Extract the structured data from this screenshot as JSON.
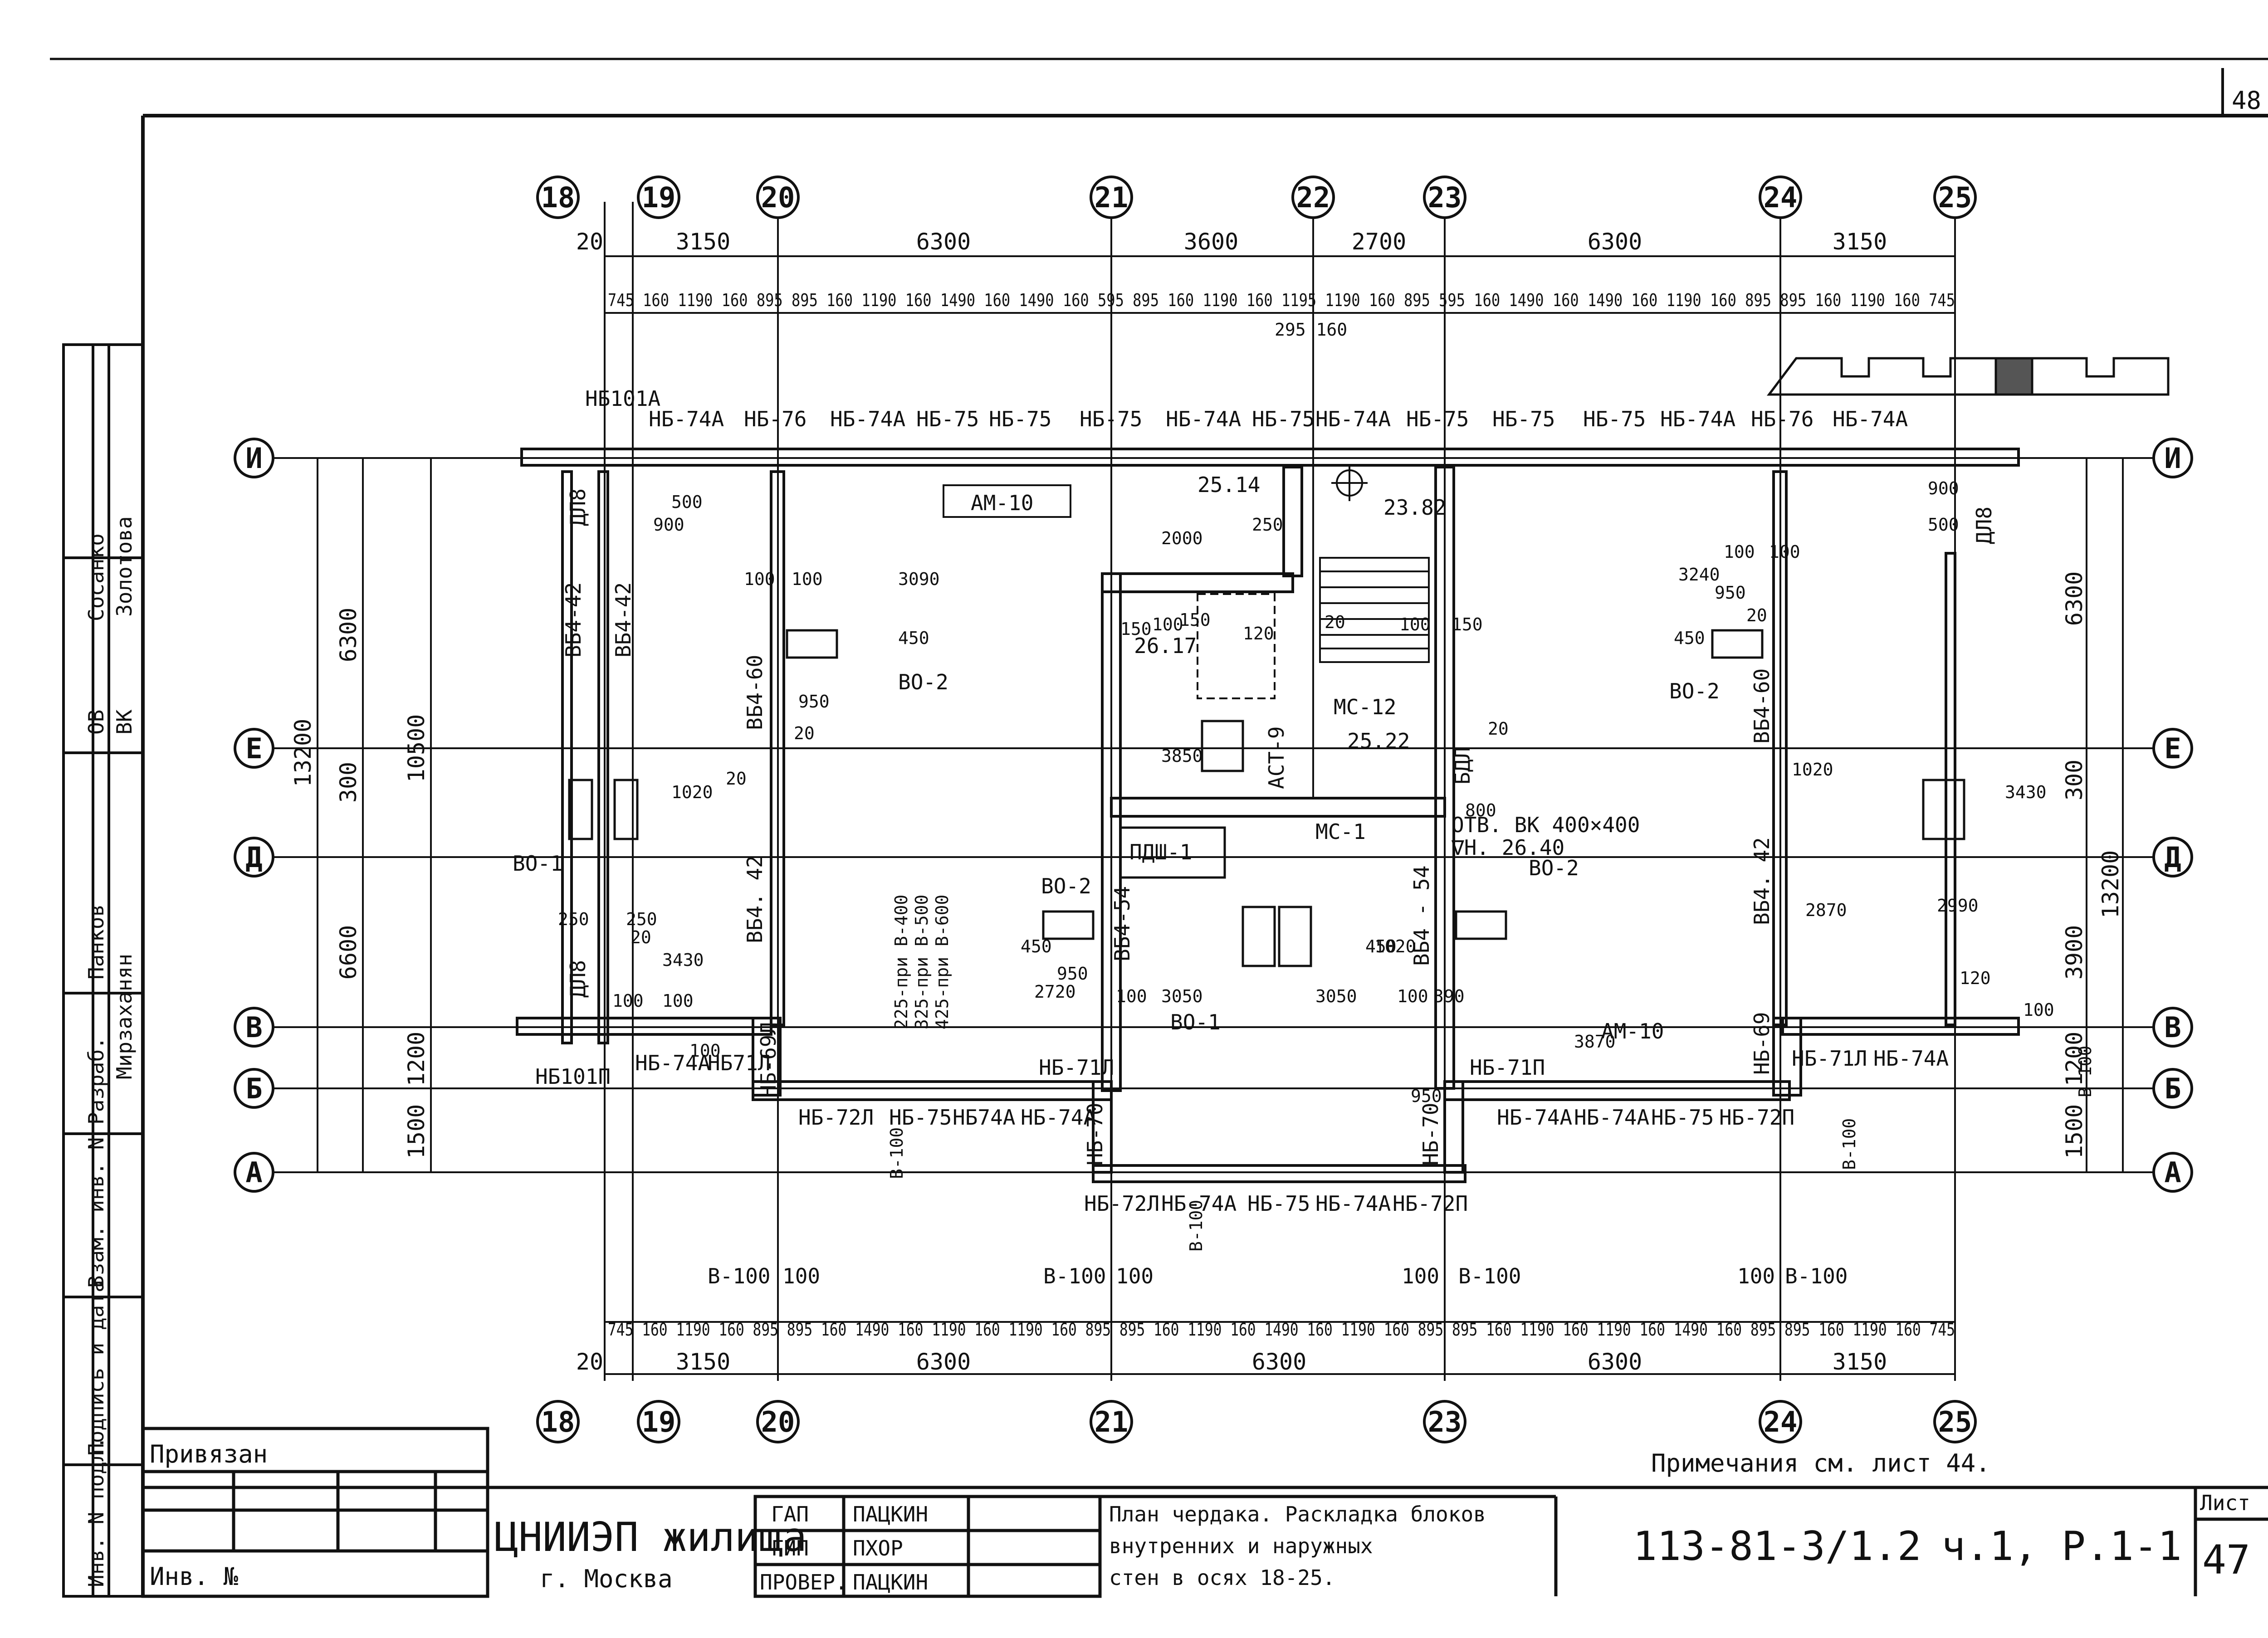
{
  "axes_top": [
    "18",
    "19",
    "20",
    "21",
    "22",
    "23",
    "24",
    "25"
  ],
  "axes_bottom": [
    "18",
    "19",
    "20",
    "21",
    "23",
    "24",
    "25"
  ],
  "axes_rows": [
    "И",
    "Е",
    "Д",
    "В",
    "Б",
    "А"
  ],
  "dims_top_main": [
    "20",
    "3150",
    "6300",
    "3600",
    "2700",
    "6300",
    "3150"
  ],
  "dims_top_blocks": "745 160 1190 160 895 895 160 1190 160 1490 160 1490 160 595 895 160 1190 160 1195 1190 160 895 595 160 1490 160 1490 160 1190 160 895 895 160 1190 160 745",
  "dims_top_extra": "295 160",
  "dims_bottom_blocks": "745 160 1190 160 895 895 160 1490 160 1190 160 1190 160 895 895 160 1190 160 1490 160 1190 160 895 895 160 1190 160 1190 160 1490 160 895 895 160 1190 160 745",
  "dims_bottom_main": [
    "20",
    "3150",
    "6300",
    "6300",
    "6300",
    "3150"
  ],
  "dims_bottom_b100": [
    "В-100",
    "100",
    "В-100",
    "100",
    "100",
    "В-100",
    "100",
    "В-100"
  ],
  "dims_left": [
    "6300",
    "300",
    "6600",
    "1200",
    "1500",
    "13200",
    "10500"
  ],
  "dims_right": [
    "6300",
    "300",
    "3900",
    "1200",
    "1500",
    "13200"
  ],
  "wall_labels_top": [
    "НБ-74А",
    "НБ-76",
    "НБ-74А",
    "НБ-75",
    "НБ-75",
    "НБ-75",
    "НБ-74А",
    "НБ-75",
    "НБ-74А",
    "НБ-75",
    "НБ-75",
    "НБ-75",
    "НБ-74А",
    "НБ-76",
    "НБ-74А"
  ],
  "wall_labels_bottom_left": [
    "НБ-72Л",
    "НБ-75",
    "НБ74А",
    "НБ-74А"
  ],
  "wall_labels_bottom_center": [
    "НБ-72Л",
    "НБ-74А",
    "НБ-75",
    "НБ-74А",
    "НБ-72П"
  ],
  "wall_labels_bottom_right": [
    "НБ-74А",
    "НБ-74А",
    "НБ-75",
    "НБ-72П"
  ],
  "labels": {
    "nb101a": "НБ101А",
    "nb101p": "НБ101П",
    "am10_top": "АМ-10",
    "am10_bottom": "АМ-10",
    "vo2_1": "ВО-2",
    "vo2_2": "ВО-2",
    "vo2_3": "ВО-2",
    "vo2_4": "ВО-2",
    "vo1_left": "ВО-1",
    "vo1_center": "ВО-1",
    "pdsh": "ПДШ-1",
    "ms12": "МС-12",
    "ms1": "МС-1",
    "ast9": "АСТ-9",
    "otv": "ОТВ. ВК 400×400",
    "otv_h": "∇Н. 26.40",
    "lev_2514": "25.14",
    "lev_2382": "23.82",
    "lev_2617": "26.17",
    "lev_2522": "25.22",
    "vb4_42_a": "ВБ4-42",
    "vb4_42_b": "ВБ4-42",
    "vb4_60_l": "ВБ4-60",
    "vb4_42_l": "ВБ4. 42",
    "vb4_54_l": "ВБ4-54",
    "vb4_54_r": "ВБ4 - 54",
    "vb4_60_r": "ВБ4-60",
    "vb4_42_r": "ВБ4. 42",
    "dl8_a": "ДЛ8",
    "dl8_b": "ДЛ8",
    "dl8_r": "ДЛ8",
    "bdl": "БДЛ",
    "nb69l": "НБ-69Л",
    "nb71l": "НБ-71Л",
    "nb71p": "НБ-71П",
    "nb70l": "НБ-70",
    "nb70r": "НБ-70",
    "nb69r": "НБ-69",
    "nb71l_r": "НБ-71Л",
    "nb74a_r": "НБ-74А",
    "nb74a_bl": "НБ-74А",
    "nb71l_bl": "НБ71Л",
    "pr_a": "225-при В-400",
    "pr_b": "325-при В-500",
    "pr_c": "425-при В-600",
    "b100_l": "В-100",
    "b100_c": "В-100",
    "b100_r1": "В-100",
    "b100_r2": "В-100"
  },
  "inner_dims": [
    "3090",
    "2000",
    "250",
    "450",
    "950",
    "20",
    "100",
    "100",
    "3850",
    "150",
    "100",
    "150",
    "120",
    "20",
    "100",
    "150",
    "3240",
    "450",
    "950",
    "20",
    "100",
    "100",
    "500",
    "900",
    "500",
    "900",
    "250",
    "250",
    "20",
    "3430",
    "1020",
    "20",
    "2720",
    "450",
    "950",
    "3050",
    "3050",
    "100",
    "100",
    "1020",
    "450",
    "950",
    "3870",
    "2870",
    "2990",
    "120",
    "3430",
    "1020",
    "20",
    "800",
    "390",
    "100",
    "100",
    "100",
    "100"
  ],
  "title_block": {
    "privyazan": "Привязан",
    "inv_no": "Инв. №",
    "org_line1": "ЦНИИЭП жилища",
    "org_line2": "г. Москва",
    "roles": [
      "ГАП",
      "ГИП",
      "ПРОВЕР."
    ],
    "names": [
      "ПАЦКИН",
      "ПХОР",
      "ПАЦКИН"
    ],
    "title_lines": [
      "План чердака. Раскладка блоков",
      "внутренних и наружных",
      "стен в осях 18-25."
    ],
    "doc_code": "113-81-3/1.2",
    "part": "ч.1, Р.1-1",
    "sheet_label": "Лист",
    "sheet_no": "47"
  },
  "side_stamp": {
    "rows": [
      "Инв. N подл.",
      "Подпись и дата",
      "Взам. инв. N",
      "Разраб.",
      "Мирзаханян",
      "Панков",
      "ВК",
      "Золотова",
      "Сосанко",
      "ОВ"
    ]
  },
  "note": "Примечания см. лист 44.",
  "corner_mark": "48"
}
